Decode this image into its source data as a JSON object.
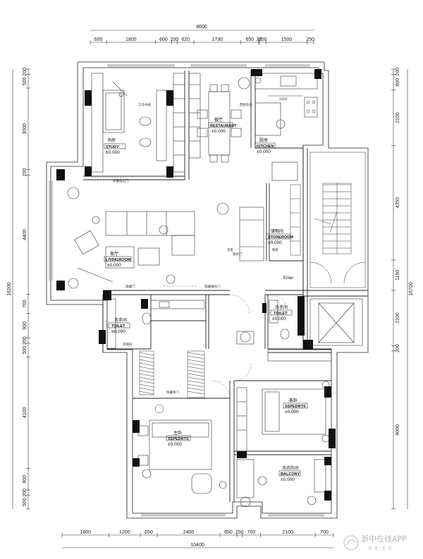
{
  "top_total": "8600",
  "top_dims": [
    "600",
    "1800",
    "600",
    "200",
    "620",
    "1730",
    "650",
    "30",
    "250",
    "1500",
    "250"
  ],
  "bottom_dims": [
    "1800",
    "1200",
    "650",
    "2400",
    "650",
    "200",
    "700",
    "2100",
    "700"
  ],
  "bottom_total": "10400",
  "left_dims": [
    "200",
    "500",
    "3000",
    "200",
    "4400",
    "700",
    "900",
    "200",
    "500",
    "4100",
    "800",
    "200",
    "500"
  ],
  "left_total": "16200",
  "right_dims": [
    "200",
    "600",
    "2100",
    "4350",
    "1150",
    "2100",
    "200",
    "6000"
  ],
  "right_total": "16700",
  "kitchen_dim": "1000",
  "rooms": {
    "study": {
      "cn": "书房",
      "en": "STUDY",
      "level": "±0.000"
    },
    "restaurant": {
      "cn": "餐厅",
      "en": "RESTAURANT",
      "level": "±0.000"
    },
    "kitchen": {
      "cn": "厨房",
      "en": "KITCHEN",
      "level": "±0.000"
    },
    "livingroom": {
      "cn": "客厅",
      "en": "LIVINGROOM",
      "level": "±0.000"
    },
    "storeroom": {
      "cn": "储物间",
      "en": "STOREROOM",
      "level": "±0.000"
    },
    "toilet1": {
      "cn": "洗手间",
      "en": "TOILET",
      "level": "±0.000"
    },
    "toilet2": {
      "cn": "洗手间",
      "en": "TOILET",
      "level": "±0.000"
    },
    "guest_bedroom": {
      "cn": "客卧",
      "en": "SSPEDRTS",
      "level": "±0.000"
    },
    "master_bedroom": {
      "cn": "主卧",
      "en": "SSPEDRTS",
      "level": "±0.000"
    },
    "balcony": {
      "cn": "洗衣阳台",
      "en": "BALCONY",
      "level": "±0.000"
    }
  },
  "enter_label": "Enter",
  "notes": {
    "study_desk": "工作书桌",
    "kitchen_counter": "西厨岛台",
    "living_door": "折叠推拉门",
    "living_sliding": "隐藏门",
    "hidden_door": "隐藏推拉门",
    "cabinet": "衣柜",
    "shoe_cabinet": "鞋柜",
    "storage_door": "隐形门",
    "wardrobe": "衣帽间",
    "master_door": "隐藏移门"
  },
  "watermark": {
    "name": "浙中在线APP",
    "sub": "资 讯 · 生 活"
  }
}
